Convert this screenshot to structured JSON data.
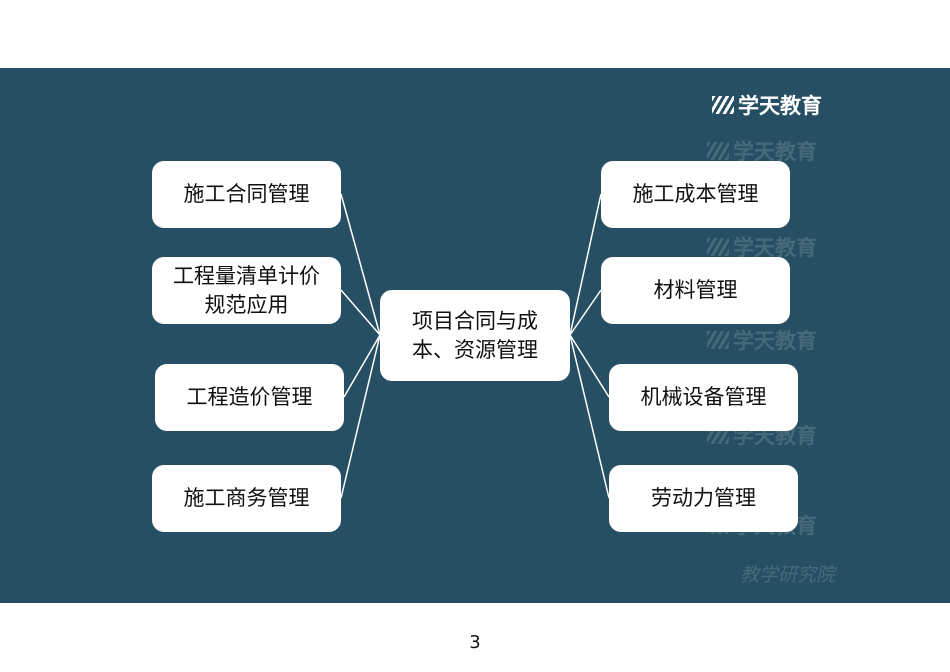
{
  "logo": {
    "text": "学天教育"
  },
  "watermarks": {
    "brand": "学天教育",
    "institute": "教学研究院"
  },
  "center": {
    "label": "项目合同与成本、资源管理"
  },
  "left": [
    {
      "label": "施工合同管理"
    },
    {
      "label": "工程量清单计价规范应用"
    },
    {
      "label": "工程造价管理"
    },
    {
      "label": "施工商务管理"
    }
  ],
  "right": [
    {
      "label": "施工成本管理"
    },
    {
      "label": "材料管理"
    },
    {
      "label": "机械设备管理"
    },
    {
      "label": "劳动力管理"
    }
  ],
  "page_number": "3",
  "colors": {
    "background": "#264f63",
    "box": "#ffffff",
    "connector": "#ffffff"
  }
}
